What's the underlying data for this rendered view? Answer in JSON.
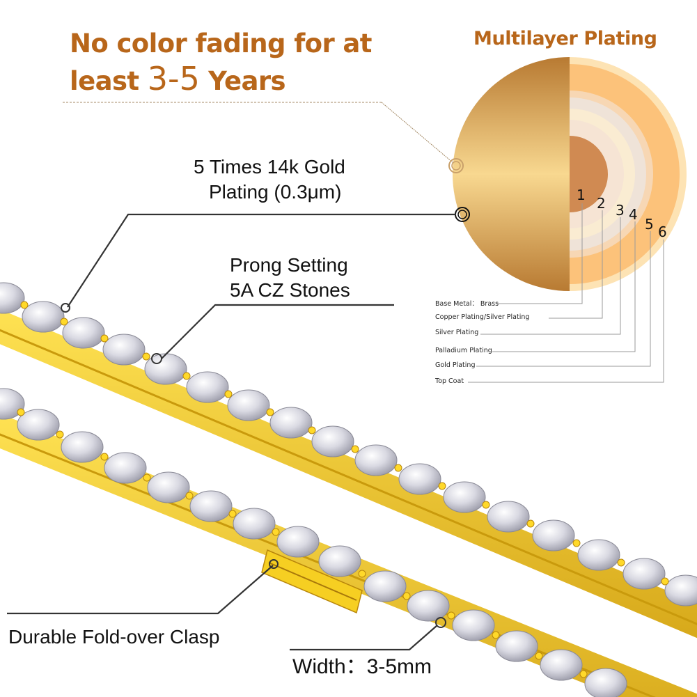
{
  "headline": {
    "line1": "No color fading for at",
    "line2_prefix": "least ",
    "line2_years": "3-5",
    "line2_suffix": " Years",
    "color": "#b8661a"
  },
  "plating_diagram": {
    "title": "Multilayer Plating",
    "layer_numbers": [
      "1",
      "2",
      "3",
      "4",
      "5",
      "6"
    ],
    "layers": [
      {
        "number": "1",
        "label": "Base Metal： Brass"
      },
      {
        "number": "2",
        "label": "Copper Plating/Silver Plating"
      },
      {
        "number": "3",
        "label": "Silver Plating"
      },
      {
        "number": "4",
        "label": "Palladium Plating"
      },
      {
        "number": "5",
        "label": "Gold Plating"
      },
      {
        "number": "6",
        "label": "Top Coat"
      }
    ],
    "colors": {
      "gold_dark": "#b87a32",
      "gold_light": "#f8d890",
      "core_brass": "#d08a52",
      "ring_silver": "#efe3d8",
      "ring_cream": "#faecd2",
      "ring_gold": "#fcc27a"
    }
  },
  "callouts": {
    "gold_plating_line1": "5 Times 14k Gold",
    "gold_plating_line2": "Plating (0.3μm)",
    "prong_line1": "Prong Setting",
    "prong_line2": "5A CZ Stones",
    "clasp": "Durable Fold-over Clasp",
    "width": "Width：3-5mm"
  },
  "product": {
    "chain_color": "#f2cd1c",
    "chain_shadow": "#c99a0c",
    "stone_color": "#e4e4ea"
  }
}
